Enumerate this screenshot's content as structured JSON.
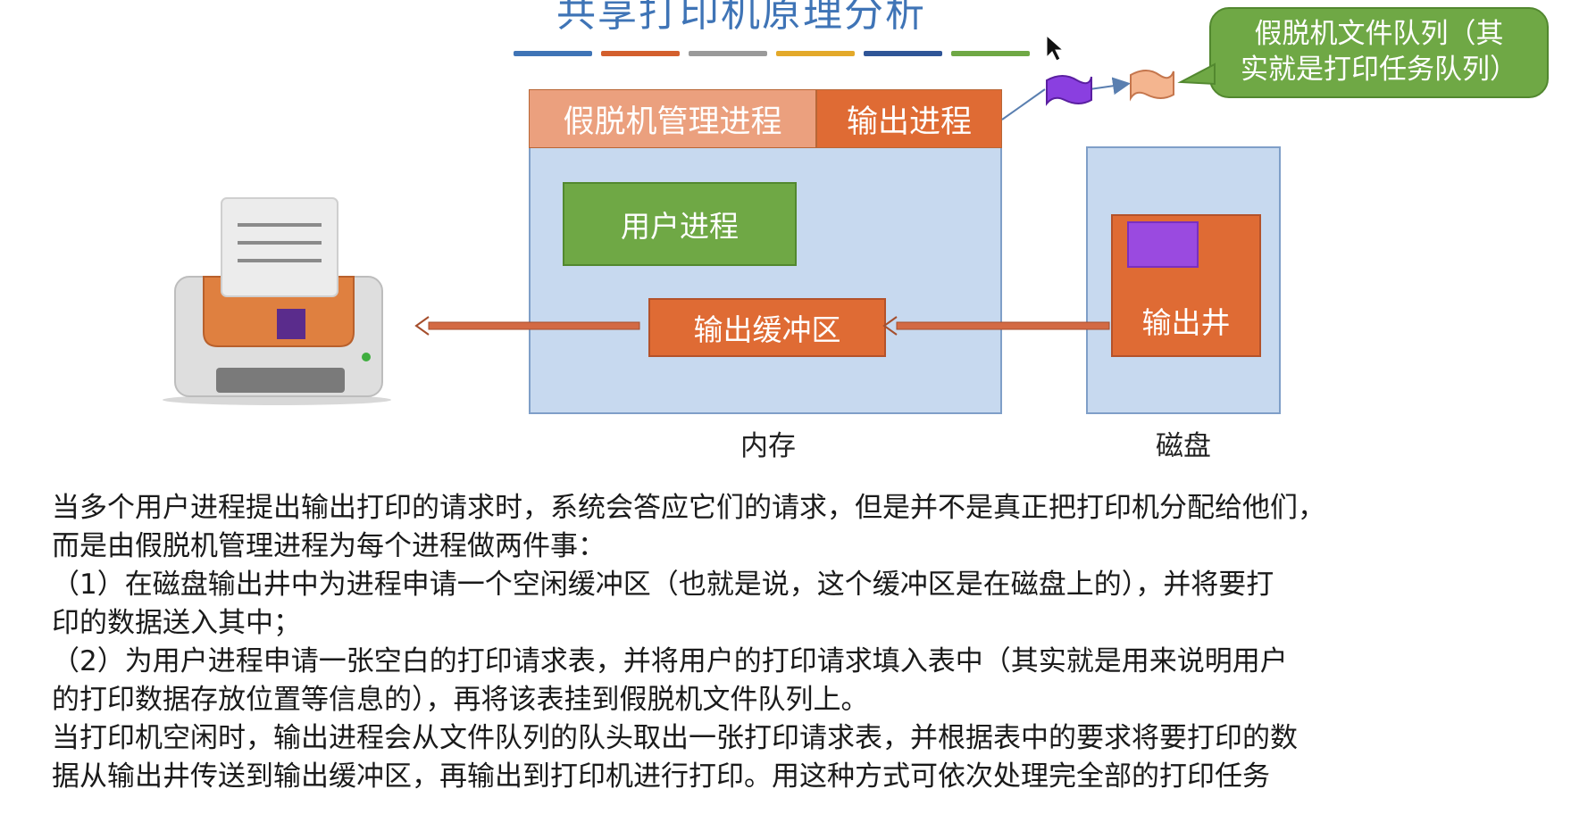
{
  "title": "共享打印机原理分析",
  "title_stripes": [
    "#3f74b6",
    "#d35f2d",
    "#9a9a9a",
    "#e3a92a",
    "#2f5597",
    "#6fa845"
  ],
  "memory": {
    "tab_spooling_manager": "假脱机管理进程",
    "tab_output_process": "输出进程",
    "user_process": "用户进程",
    "output_buffer": "输出缓冲区",
    "label": "内存"
  },
  "disk": {
    "output_well": "输出井",
    "label": "磁盘"
  },
  "callout": {
    "line1": "假脱机文件队列（其",
    "line2": "实就是打印任务队列）"
  },
  "colors": {
    "panel_fill": "#c7d9ef",
    "orange": "#df6b34",
    "light_orange": "#eba07e",
    "green": "#6fa845",
    "purple": "#9a4ae0",
    "title_blue": "#3f74b6"
  },
  "icons": {
    "printer": "printer-icon",
    "queue_file": "file-flag-icon",
    "cursor": "mouse-cursor-icon"
  },
  "text_lines": [
    "当多个用户进程提出输出打印的请求时，系统会答应它们的请求，但是并不是真正把打印机分配给他们，",
    "而是由假脱机管理进程为每个进程做两件事：",
    "（1）在磁盘输出井中为进程申请一个空闲缓冲区（也就是说，这个缓冲区是在磁盘上的），并将要打",
    "印的数据送入其中；",
    "（2）为用户进程申请一张空白的打印请求表，并将用户的打印请求填入表中（其实就是用来说明用户",
    "的打印数据存放位置等信息的），再将该表挂到假脱机文件队列上。",
    "当打印机空闲时，输出进程会从文件队列的队头取出一张打印请求表，并根据表中的要求将要打印的数",
    "据从输出井传送到输出缓冲区，再输出到打印机进行打印。用这种方式可依次处理完全部的打印任务"
  ]
}
